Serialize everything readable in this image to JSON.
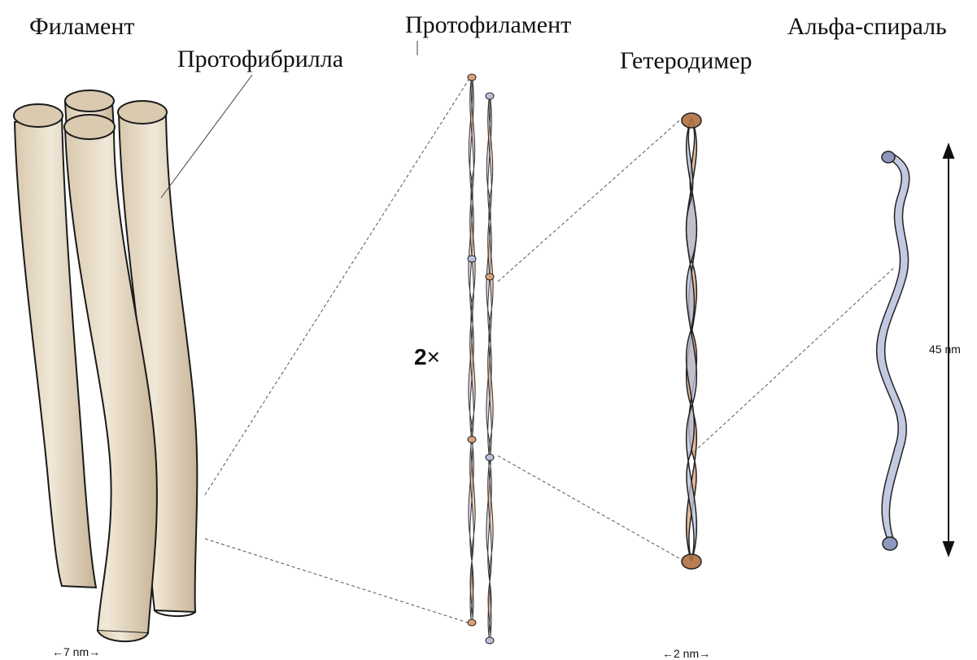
{
  "labels": {
    "filament": "Филамент",
    "protofibril": "Протофибрилла",
    "protofilament": "Протофиламент",
    "heterodimer": "Гетеродимер",
    "alpha_helix": "Альфа-спираль"
  },
  "measurements": {
    "filament_width": "7 nm",
    "dimer_width": "2 nm",
    "helix_length": "45 nm"
  },
  "multiplier": {
    "number": "2",
    "symbol": "×"
  },
  "colors": {
    "tube": "#ece1cf",
    "tube_shade": "#c9b79b",
    "blue_strand": "#b9c0da",
    "orange_strand": "#d9a27a"
  }
}
